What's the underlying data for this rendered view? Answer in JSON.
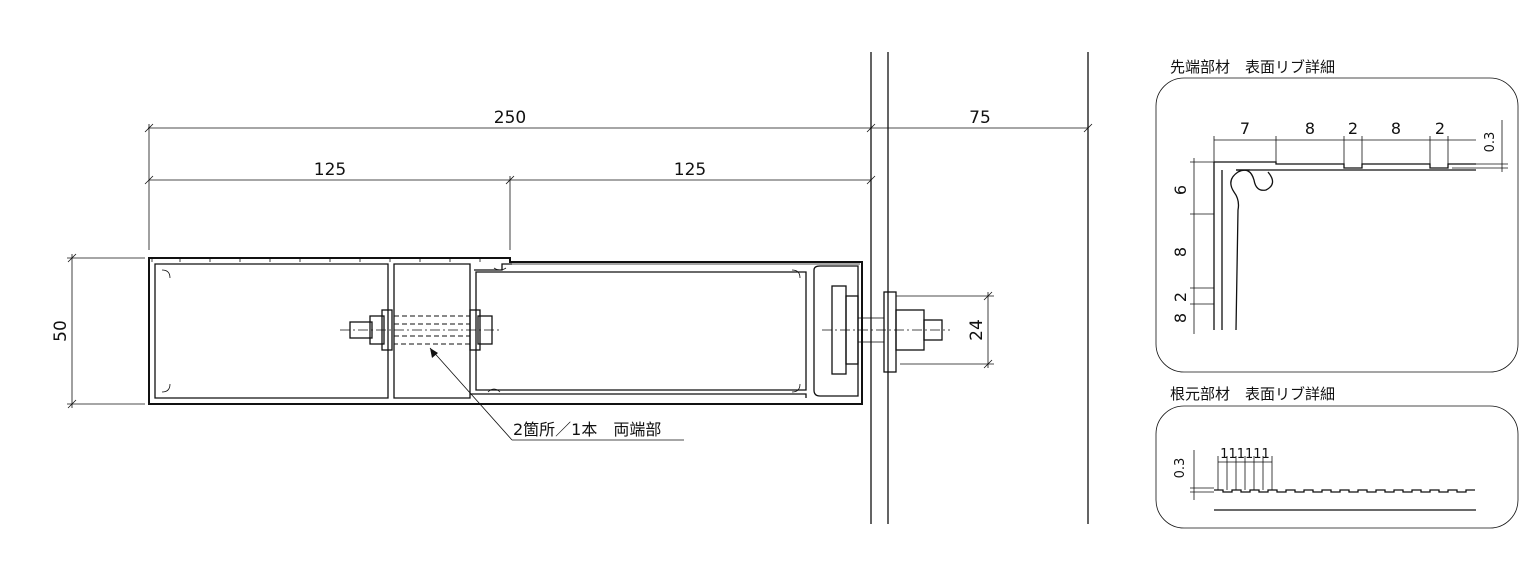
{
  "main_drawing": {
    "dims": {
      "total_width": "250",
      "left_half": "125",
      "right_half": "125",
      "wall_span": "75",
      "height": "50",
      "bolt_height": "24"
    },
    "callout": "2箇所／1本　両端部"
  },
  "detail_tip": {
    "title": "先端部材　表面リブ詳細",
    "top_dims": [
      "7",
      "8",
      "2",
      "8",
      "2"
    ],
    "thickness": "0.3",
    "side_dims": [
      "6",
      "8",
      "2",
      "8"
    ]
  },
  "detail_base": {
    "title": "根元部材　表面リブ詳細",
    "thickness": "0.3",
    "pitch_dims": "111111"
  }
}
